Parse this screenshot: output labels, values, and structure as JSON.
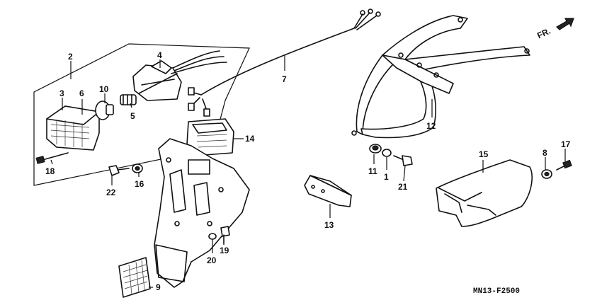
{
  "direction_label": "FR.",
  "diagram_code": "MN13-F2500",
  "callouts": {
    "c1": "1",
    "c2": "2",
    "c3": "3",
    "c4": "4",
    "c5": "5",
    "c6": "6",
    "c7": "7",
    "c8": "8",
    "c9": "9",
    "c10": "10",
    "c11": "11",
    "c12": "12",
    "c13": "13",
    "c14": "14",
    "c15": "15",
    "c16": "16",
    "c17": "17",
    "c18": "18",
    "c19": "19",
    "c20": "20",
    "c21": "21",
    "c22": "22"
  },
  "colors": {
    "ink": "#111111",
    "paper": "#ffffff"
  }
}
